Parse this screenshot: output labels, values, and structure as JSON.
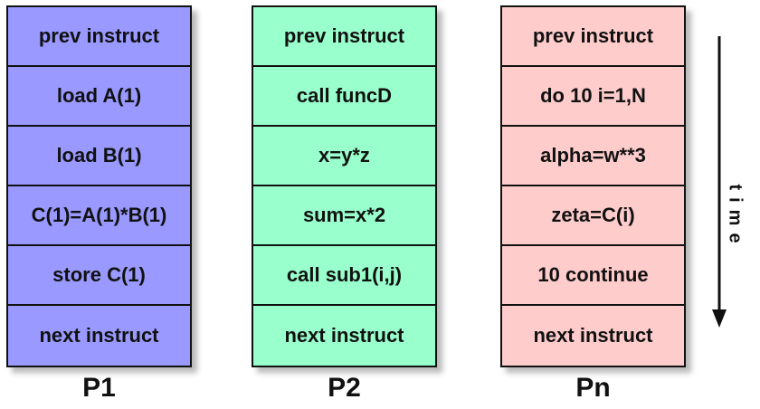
{
  "processors": [
    {
      "label": "P1",
      "color": "#9999ff",
      "instructions": [
        "prev instruct",
        "load A(1)",
        "load B(1)",
        "C(1)=A(1)*B(1)",
        "store C(1)",
        "next instruct"
      ]
    },
    {
      "label": "P2",
      "color": "#99ffcc",
      "instructions": [
        "prev instruct",
        "call funcD",
        "x=y*z",
        "sum=x*2",
        "call sub1(i,j)",
        "next instruct"
      ]
    },
    {
      "label": "Pn",
      "color": "#ffcccc",
      "instructions": [
        "prev instruct",
        "do 10 i=1,N",
        "alpha=w**3",
        "zeta=C(i)",
        "10 continue",
        "next instruct"
      ]
    }
  ],
  "time_axis": {
    "label": "time",
    "arrow_icon": "arrow-down-icon"
  }
}
